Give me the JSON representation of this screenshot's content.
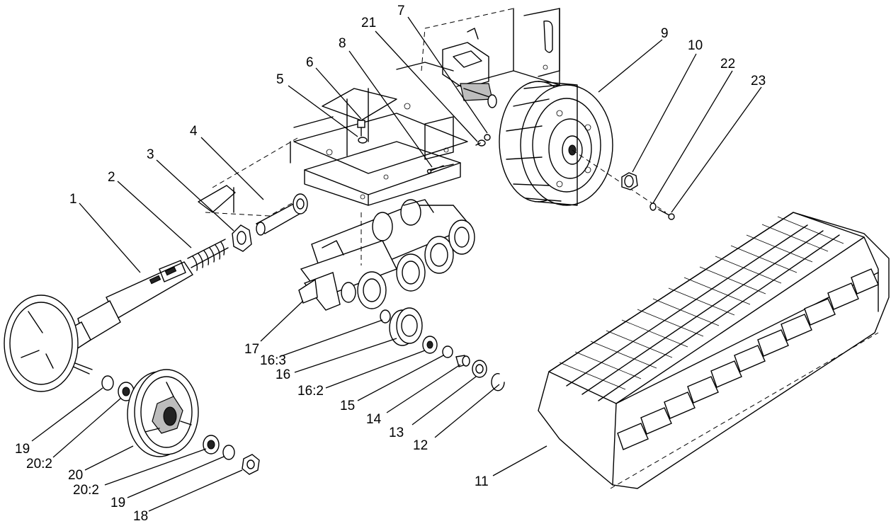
{
  "callouts": [
    {
      "id": "c1",
      "label": "1"
    },
    {
      "id": "c2",
      "label": "2"
    },
    {
      "id": "c3",
      "label": "3"
    },
    {
      "id": "c4",
      "label": "4"
    },
    {
      "id": "c5",
      "label": "5"
    },
    {
      "id": "c6",
      "label": "6"
    },
    {
      "id": "c7",
      "label": "7"
    },
    {
      "id": "c8",
      "label": "8"
    },
    {
      "id": "c9",
      "label": "9"
    },
    {
      "id": "c10",
      "label": "10"
    },
    {
      "id": "c11",
      "label": "11"
    },
    {
      "id": "c12",
      "label": "12"
    },
    {
      "id": "c13",
      "label": "13"
    },
    {
      "id": "c14",
      "label": "14"
    },
    {
      "id": "c15",
      "label": "15"
    },
    {
      "id": "c16",
      "label": "16"
    },
    {
      "id": "c16_2",
      "label": "16:2"
    },
    {
      "id": "c16_3",
      "label": "16:3"
    },
    {
      "id": "c17",
      "label": "17"
    },
    {
      "id": "c18",
      "label": "18"
    },
    {
      "id": "c19a",
      "label": "19"
    },
    {
      "id": "c19b",
      "label": "19"
    },
    {
      "id": "c20",
      "label": "20"
    },
    {
      "id": "c20_2a",
      "label": "20:2"
    },
    {
      "id": "c20_2b",
      "label": "20:2"
    },
    {
      "id": "c21",
      "label": "21"
    },
    {
      "id": "c22",
      "label": "22"
    },
    {
      "id": "c23",
      "label": "23"
    }
  ]
}
